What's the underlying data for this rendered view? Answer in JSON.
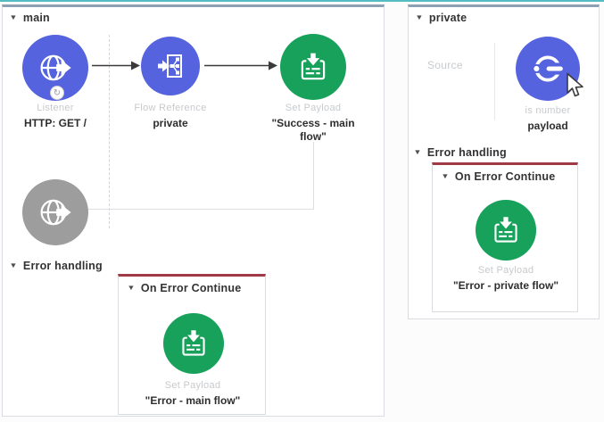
{
  "colors": {
    "teal": "#55bcc4",
    "flow_top": "#8ba1b3",
    "border": "#d9dce0",
    "red_line": "#a03a46",
    "blue": "#5663df",
    "green": "#17a15b",
    "gray": "#9d9d9d",
    "label_gray": "#c7cacd",
    "label_dark": "#2e2e2e"
  },
  "icons": {
    "listener": "globe-arrow-icon",
    "flow_reference": "flow-tree-icon",
    "set_payload": "document-down-arrow-icon",
    "is_number": "power-dot-icon",
    "listener_badge": "refresh-icon",
    "cursor": "mouse-pointer"
  },
  "main_flow": {
    "title": "main",
    "components": {
      "listener": {
        "type_label": "Listener",
        "name": "HTTP: GET /"
      },
      "flow_reference": {
        "type_label": "Flow Reference",
        "name": "private"
      },
      "set_payload": {
        "type_label": "Set Payload",
        "name": "\"Success - main flow\""
      }
    },
    "error_handling": {
      "title": "Error handling",
      "on_error": {
        "title": "On Error Continue",
        "set_payload": {
          "type_label": "Set Payload",
          "name": "\"Error - main flow\""
        }
      }
    }
  },
  "private_flow": {
    "title": "private",
    "source_label": "Source",
    "processor": {
      "type_label": "is number",
      "name": "payload"
    },
    "error_handling": {
      "title": "Error handling",
      "on_error": {
        "title": "On Error Continue",
        "set_payload": {
          "type_label": "Set Payload",
          "name": "\"Error - private flow\""
        }
      }
    }
  }
}
